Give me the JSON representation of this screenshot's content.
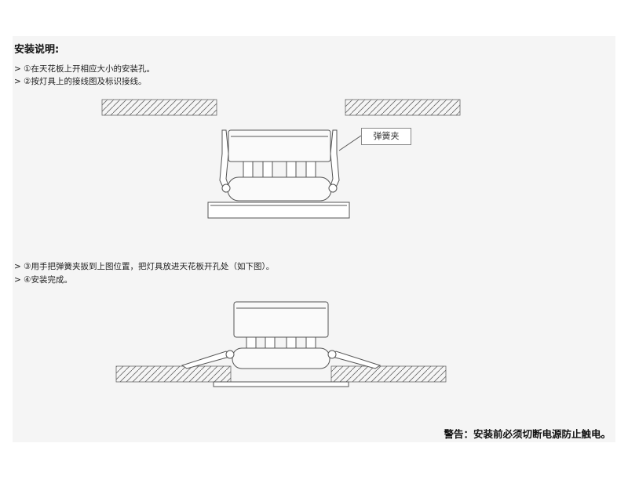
{
  "title": "安装说明:",
  "steps": [
    "> ①在天花板上开相应大小的安装孔。",
    "> ②按灯具上的接线图及标识接线。",
    "> ③用手把弹簧夹扳到上图位置，把灯具放进天花板开孔处（如下图）。",
    "> ④安装完成。"
  ],
  "callout": "弹簧夹",
  "warning": "警告：安装前必须切断电源防止触电。"
}
